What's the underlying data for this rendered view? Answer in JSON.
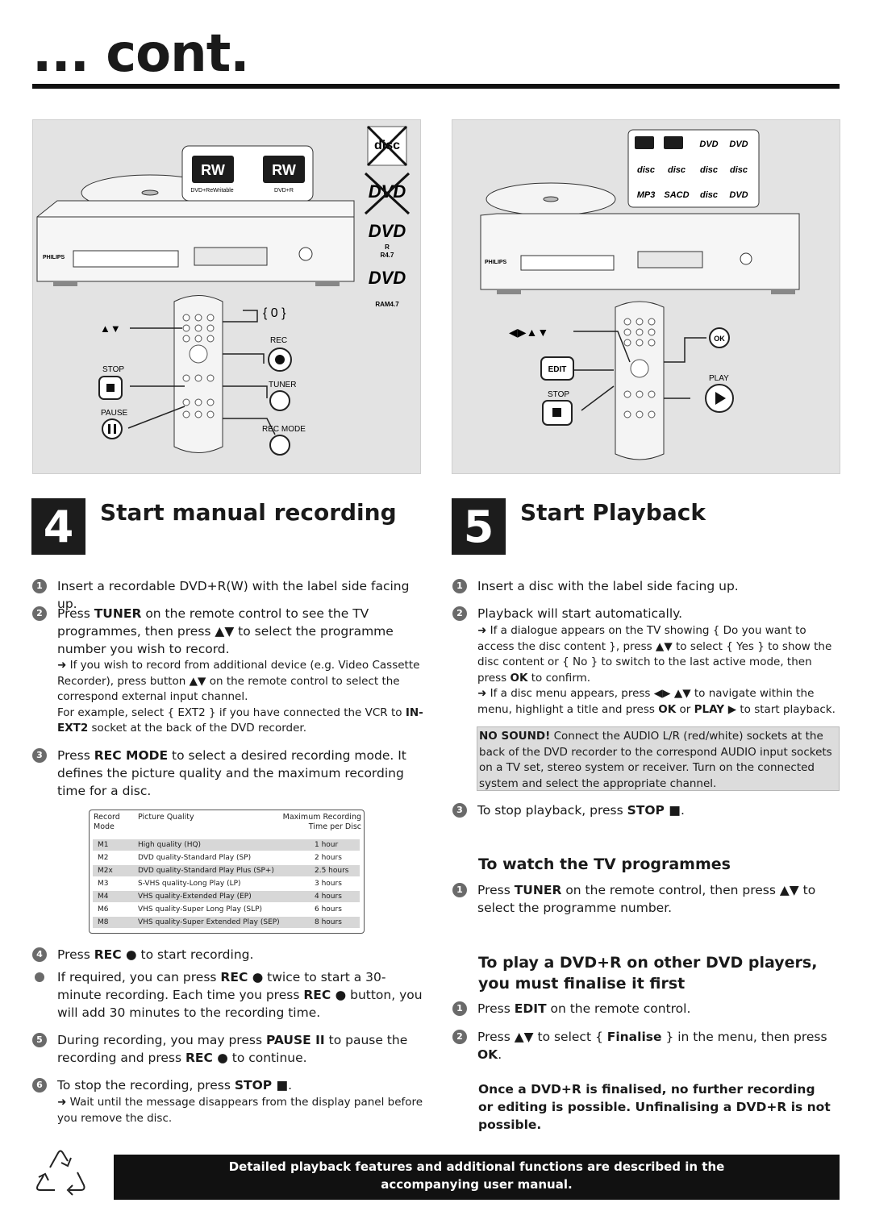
{
  "title": "... cont.",
  "left": {
    "step_number": "4",
    "heading": "Start manual recording",
    "illustration": {
      "rw_label_1": "DVD+ReWritable",
      "rw_label_2": "DVD+R",
      "rw_logo": "RW",
      "brand": "PHILIPS",
      "disc_r": "R",
      "disc_r47": "R4.7",
      "disc_ram": "RAM4.7",
      "btn_zero": "{ 0 }",
      "btn_updown": "▲▼",
      "btn_stop": "STOP",
      "btn_pause": "PAUSE",
      "btn_rec": "REC",
      "btn_tuner": "TUNER",
      "btn_recmode": "REC MODE"
    },
    "steps": [
      {
        "n": "1",
        "text": "Insert a recordable DVD+R(W) with the label side facing up."
      },
      {
        "n": "2",
        "pre": "Press ",
        "bold": "TUNER",
        "post": " on the remote control to see the TV programmes, then press ▲▼ to select the programme number you wish to record."
      },
      {
        "n": "3",
        "pre": "Press ",
        "bold": "REC MODE",
        "post": " to select a desired recording mode.  It defines the picture quality and the maximum recording time for a disc."
      },
      {
        "n": "4",
        "pre": "Press ",
        "bold": "REC ●",
        "post": " to start recording."
      },
      {
        "n": "5",
        "pre": "During recording, you may press ",
        "bold": "PAUSE II",
        "post": " to pause the recording and press ",
        "bold2": "REC ●",
        "post2": "  to continue."
      },
      {
        "n": "6",
        "pre": "To stop the recording, press ",
        "bold": "STOP ■",
        "post": "."
      }
    ],
    "note_2": {
      "pre": "➜ If you wish to record from additional device (e.g. Video Cassette Recorder), press button ▲▼ on the remote control to select the correspond external input channel.",
      "example_pre": "For example, select { EXT2 } if you have connected the VCR to ",
      "example_bold": "IN-EXT2",
      "example_post": " socket at the back of the DVD recorder."
    },
    "extra_bullet": {
      "pre": "If required, you can press ",
      "bold": "REC ●",
      "mid": " twice to start a 30-minute recording.  Each time you press ",
      "bold2": "REC ●",
      "post": " button, you will add 30 minutes to the recording time."
    },
    "note_6": "➜ Wait until the message disappears from the display panel before you remove the disc.",
    "mode_table": {
      "headers": [
        "Record Mode",
        "Picture Quality",
        "Maximum Recording Time per Disc"
      ],
      "header_lines": {
        "c1a": "Record",
        "c1b": "Mode",
        "c2": "Picture Quality",
        "c3a": "Maximum Recording",
        "c3b": "Time per Disc"
      },
      "rows": [
        [
          "M1",
          "High quality (HQ)",
          "1 hour"
        ],
        [
          "M2",
          "DVD quality-Standard Play (SP)",
          "2 hours"
        ],
        [
          "M2x",
          "DVD quality-Standard Play Plus (SP+)",
          "2.5 hours"
        ],
        [
          "M3",
          "S-VHS quality-Long Play (LP)",
          "3 hours"
        ],
        [
          "M4",
          "VHS quality-Extended Play (EP)",
          "4 hours"
        ],
        [
          "M6",
          "VHS quality-Super Long Play (SLP)",
          "6 hours"
        ],
        [
          "M8",
          "VHS quality-Super Extended Play (SEP)",
          "8 hours"
        ]
      ]
    }
  },
  "right": {
    "step_number": "5",
    "heading": "Start Playback",
    "illustration": {
      "btn_arrows": "◀▶▲▼",
      "btn_ok": "OK",
      "btn_edit": "EDIT",
      "btn_stop": "STOP",
      "btn_play": "PLAY",
      "brand": "PHILIPS"
    },
    "steps": [
      {
        "n": "1",
        "text": "Insert a disc with the label side facing up."
      },
      {
        "n": "2",
        "text": "Playback will start automatically."
      },
      {
        "n": "3",
        "pre": "To stop playback, press ",
        "bold": "STOP ■",
        "post": "."
      }
    ],
    "note_a": {
      "pre": "➜ If a dialogue appears on the TV showing { Do you want to access the disc content }, press ▲▼ to select { Yes } to show the disc content or { No } to switch to the last active mode, then press ",
      "bold": "OK",
      "post": " to confirm."
    },
    "note_b": {
      "pre": "➜ If a disc menu appears, press ◀▶ ▲▼ to navigate within the menu, highlight a title and press ",
      "bold": "OK",
      "mid": " or ",
      "bold2": "PLAY ▶",
      "post": " to start playback."
    },
    "no_sound": {
      "bold": "NO SOUND!",
      "text": "  Connect the AUDIO L/R (red/white) sockets at the back of the DVD recorder to the correspond AUDIO input sockets on a TV set, stereo system or receiver.  Turn on the connected system and select the appropriate channel."
    },
    "tv_heading": "To watch the TV programmes",
    "tv_step": {
      "n": "1",
      "pre": "Press ",
      "bold": "TUNER",
      "post": " on the remote control, then press ▲▼  to select the programme number."
    },
    "finalise_heading": "To play a DVD+R on other DVD players, you must finalise it first",
    "finalise_steps": [
      {
        "n": "1",
        "pre": "Press ",
        "bold": "EDIT",
        "post": " on the remote control."
      },
      {
        "n": "2",
        "pre": "Press ▲▼  to select { ",
        "bold": "Finalise",
        "post": " } in the menu, then press ",
        "bold2": "OK",
        "post2": "."
      }
    ],
    "warning": "Once a DVD+R is finalised, no further recording or editing is possible.  Unfinalising a DVD+R is not possible."
  },
  "footer": {
    "line1": "Detailed playback features and additional functions are described in the",
    "line2": "accompanying user manual."
  },
  "colors": {
    "panel": "#e3e3e3",
    "dark": "#1c1c1c",
    "bullet": "#6a6a6a",
    "nosound_bg": "#dcdcdc"
  }
}
